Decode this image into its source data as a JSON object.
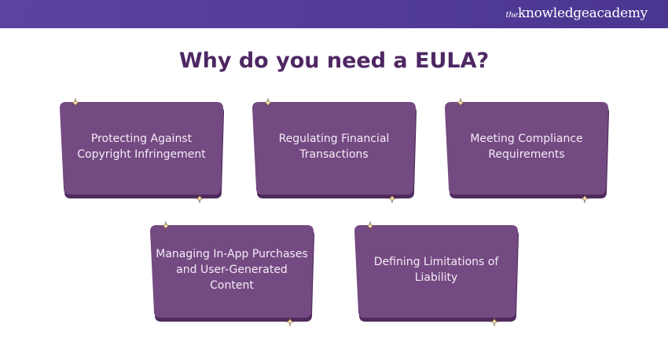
{
  "header": {
    "logo_prefix": "the",
    "logo_text": "knowledgeacademy"
  },
  "title": "Why do you need a EULA?",
  "colors": {
    "card_fill": "#744a82",
    "card_shadow": "#4e2a5d",
    "star": "#f5dfae",
    "title": "#4f2763"
  },
  "cards": [
    {
      "label": "Protecting Against Copyright Infringement"
    },
    {
      "label": "Regulating Financial Transactions"
    },
    {
      "label": "Meeting Compliance Requirements"
    },
    {
      "label": "Managing In-App Purchases and User-Generated Content"
    },
    {
      "label": "Defining Limitations of Liability"
    }
  ]
}
